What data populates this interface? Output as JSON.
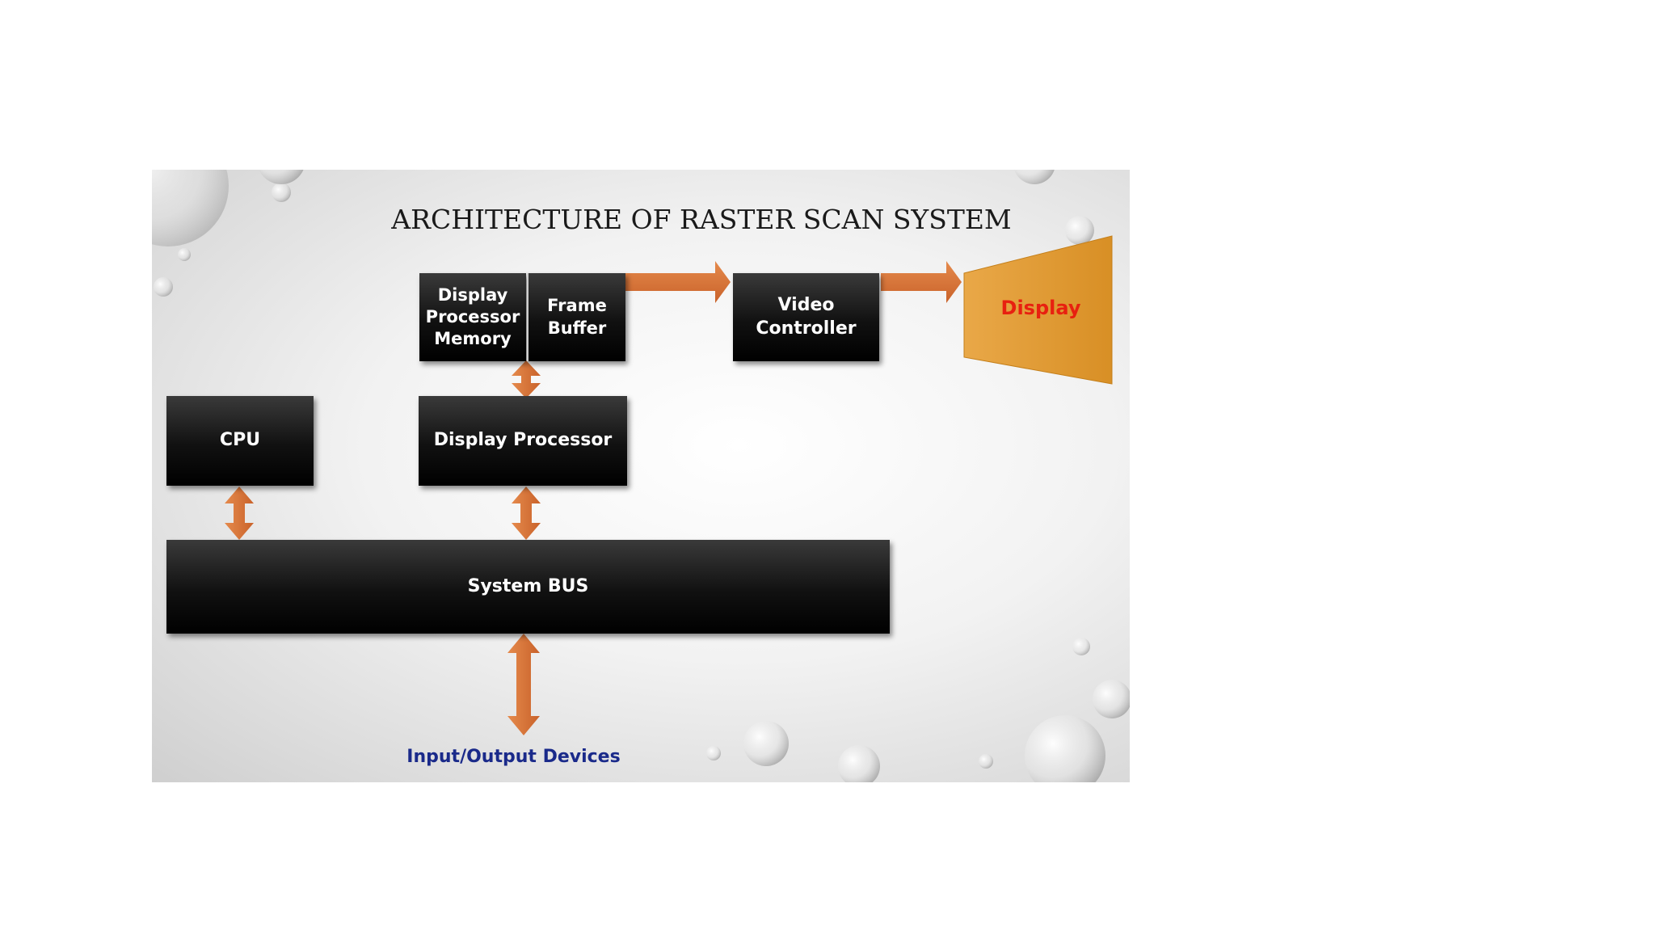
{
  "diagram": {
    "title": "ARCHITECTURE OF RASTER SCAN SYSTEM",
    "blocks": {
      "display_processor_memory": "Display Processor Memory",
      "frame_buffer": "Frame Buffer",
      "video_controller": "Video Controller",
      "cpu": "CPU",
      "display_processor": "Display Processor",
      "system_bus": "System BUS"
    },
    "display": "Display",
    "io_devices": "Input/Output Devices"
  },
  "colors": {
    "block": "#111111",
    "arrow": "#d9773a",
    "display_shape": "#e9a43c",
    "display_text": "#e82010",
    "io_text": "#1a2a8a"
  }
}
